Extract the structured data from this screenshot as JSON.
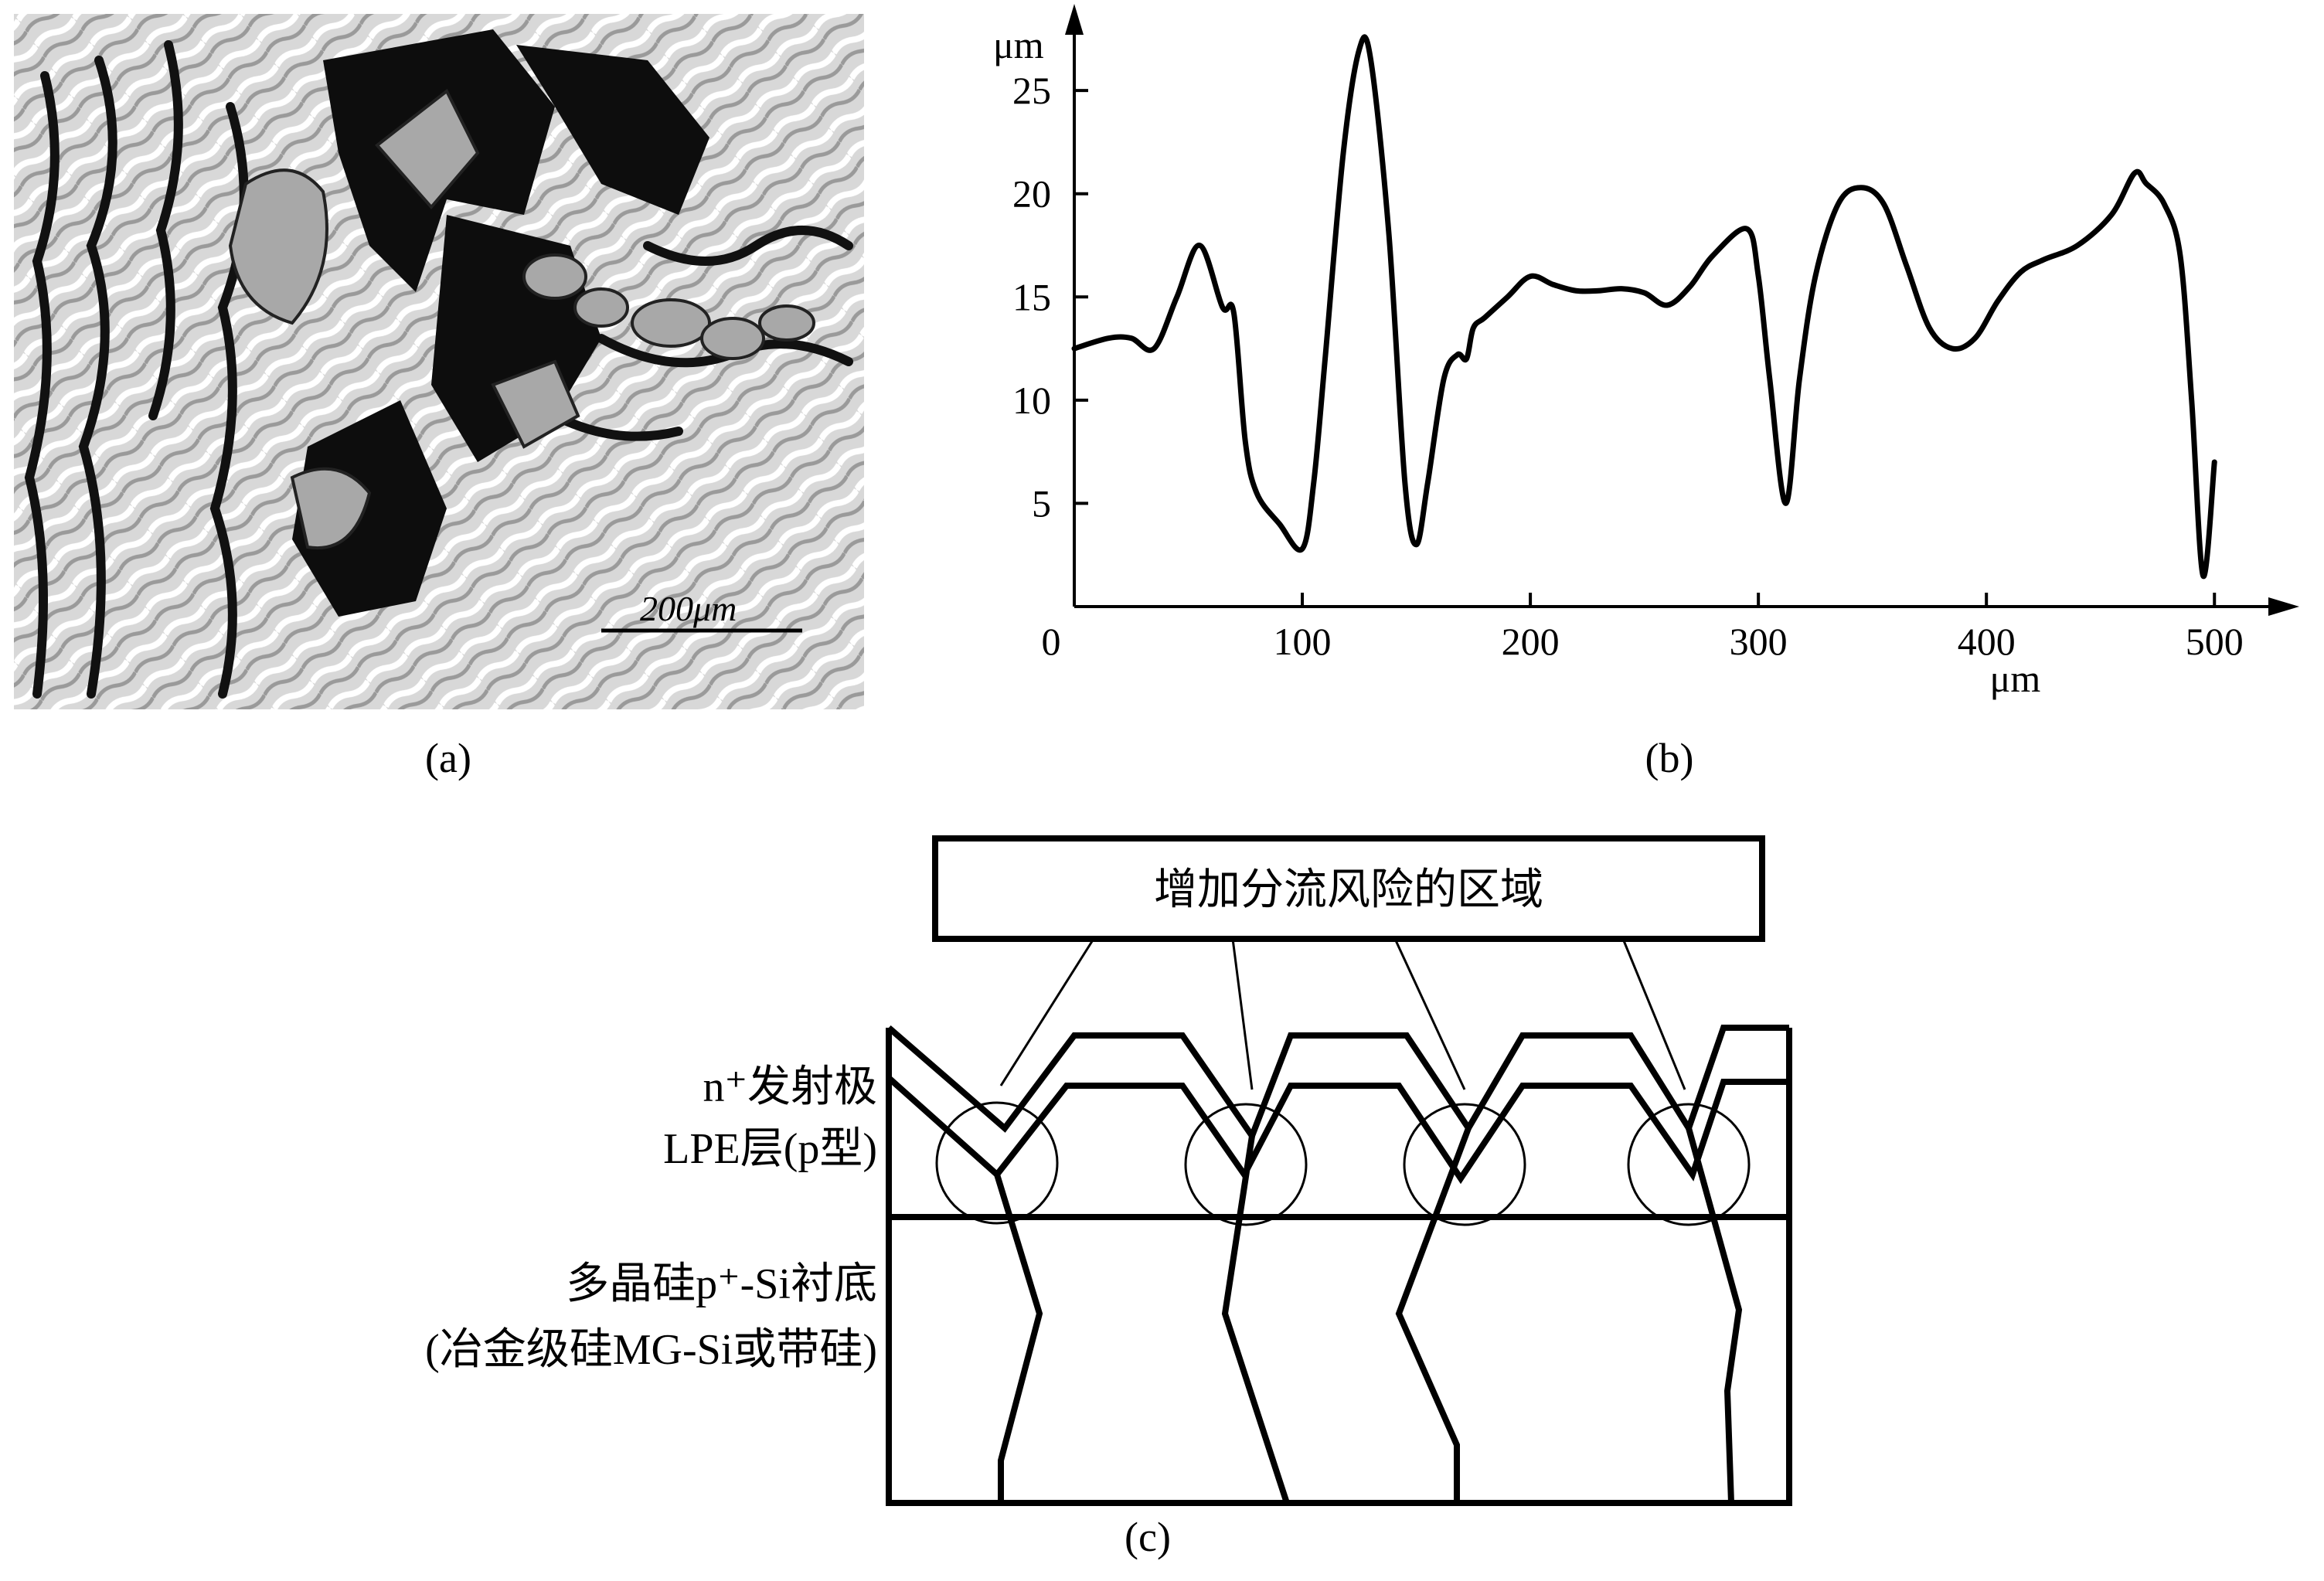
{
  "panel_a": {
    "caption": "(a)",
    "scale_bar_label": "200μm"
  },
  "panel_b": {
    "caption": "(b)",
    "chart_data": {
      "type": "line",
      "title": "",
      "xlabel": "μm",
      "ylabel": "μm",
      "xlim": [
        0,
        505
      ],
      "ylim": [
        0,
        28
      ],
      "x_ticks": [
        0,
        100,
        200,
        300,
        400,
        500
      ],
      "y_ticks": [
        5,
        10,
        15,
        20,
        25
      ],
      "grid": false,
      "series": [
        {
          "x": [
            0,
            15,
            25,
            35,
            45,
            55,
            65,
            70,
            75,
            80,
            90,
            100,
            105,
            110,
            118,
            125,
            130,
            138,
            145,
            150,
            155,
            162,
            168,
            172,
            175,
            180,
            190,
            200,
            210,
            220,
            230,
            240,
            250,
            260,
            270,
            280,
            295,
            300,
            305,
            312,
            318,
            325,
            335,
            345,
            355,
            365,
            375,
            385,
            395,
            405,
            415,
            425,
            440,
            455,
            465,
            470,
            478,
            485,
            490,
            495,
            500
          ],
          "y": [
            12.5,
            13.0,
            13.0,
            12.5,
            15.0,
            17.5,
            14.5,
            14.2,
            8.0,
            5.5,
            4.0,
            2.8,
            6.0,
            12.0,
            22.0,
            27.0,
            26.5,
            18.0,
            6.0,
            3.0,
            6.0,
            11.0,
            12.2,
            12.0,
            13.5,
            14.0,
            15.0,
            16.0,
            15.6,
            15.3,
            15.3,
            15.4,
            15.2,
            14.6,
            15.5,
            17.0,
            18.3,
            16.0,
            11.0,
            5.0,
            11.0,
            16.0,
            19.5,
            20.3,
            19.5,
            16.5,
            13.5,
            12.5,
            13.0,
            14.8,
            16.2,
            16.8,
            17.5,
            19.0,
            21.0,
            20.5,
            19.5,
            17.0,
            10.0,
            1.5,
            7.0
          ]
        }
      ]
    }
  },
  "panel_c": {
    "caption": "(c)",
    "callout_label": "增加分流风险的区域",
    "emitter_label": "n⁺发射极",
    "lpe_label": "LPE层(p型)",
    "substrate_label": "多晶硅p⁺-Si衬底",
    "substrate_sub_label": "(冶金级硅MG-Si或带硅)"
  }
}
